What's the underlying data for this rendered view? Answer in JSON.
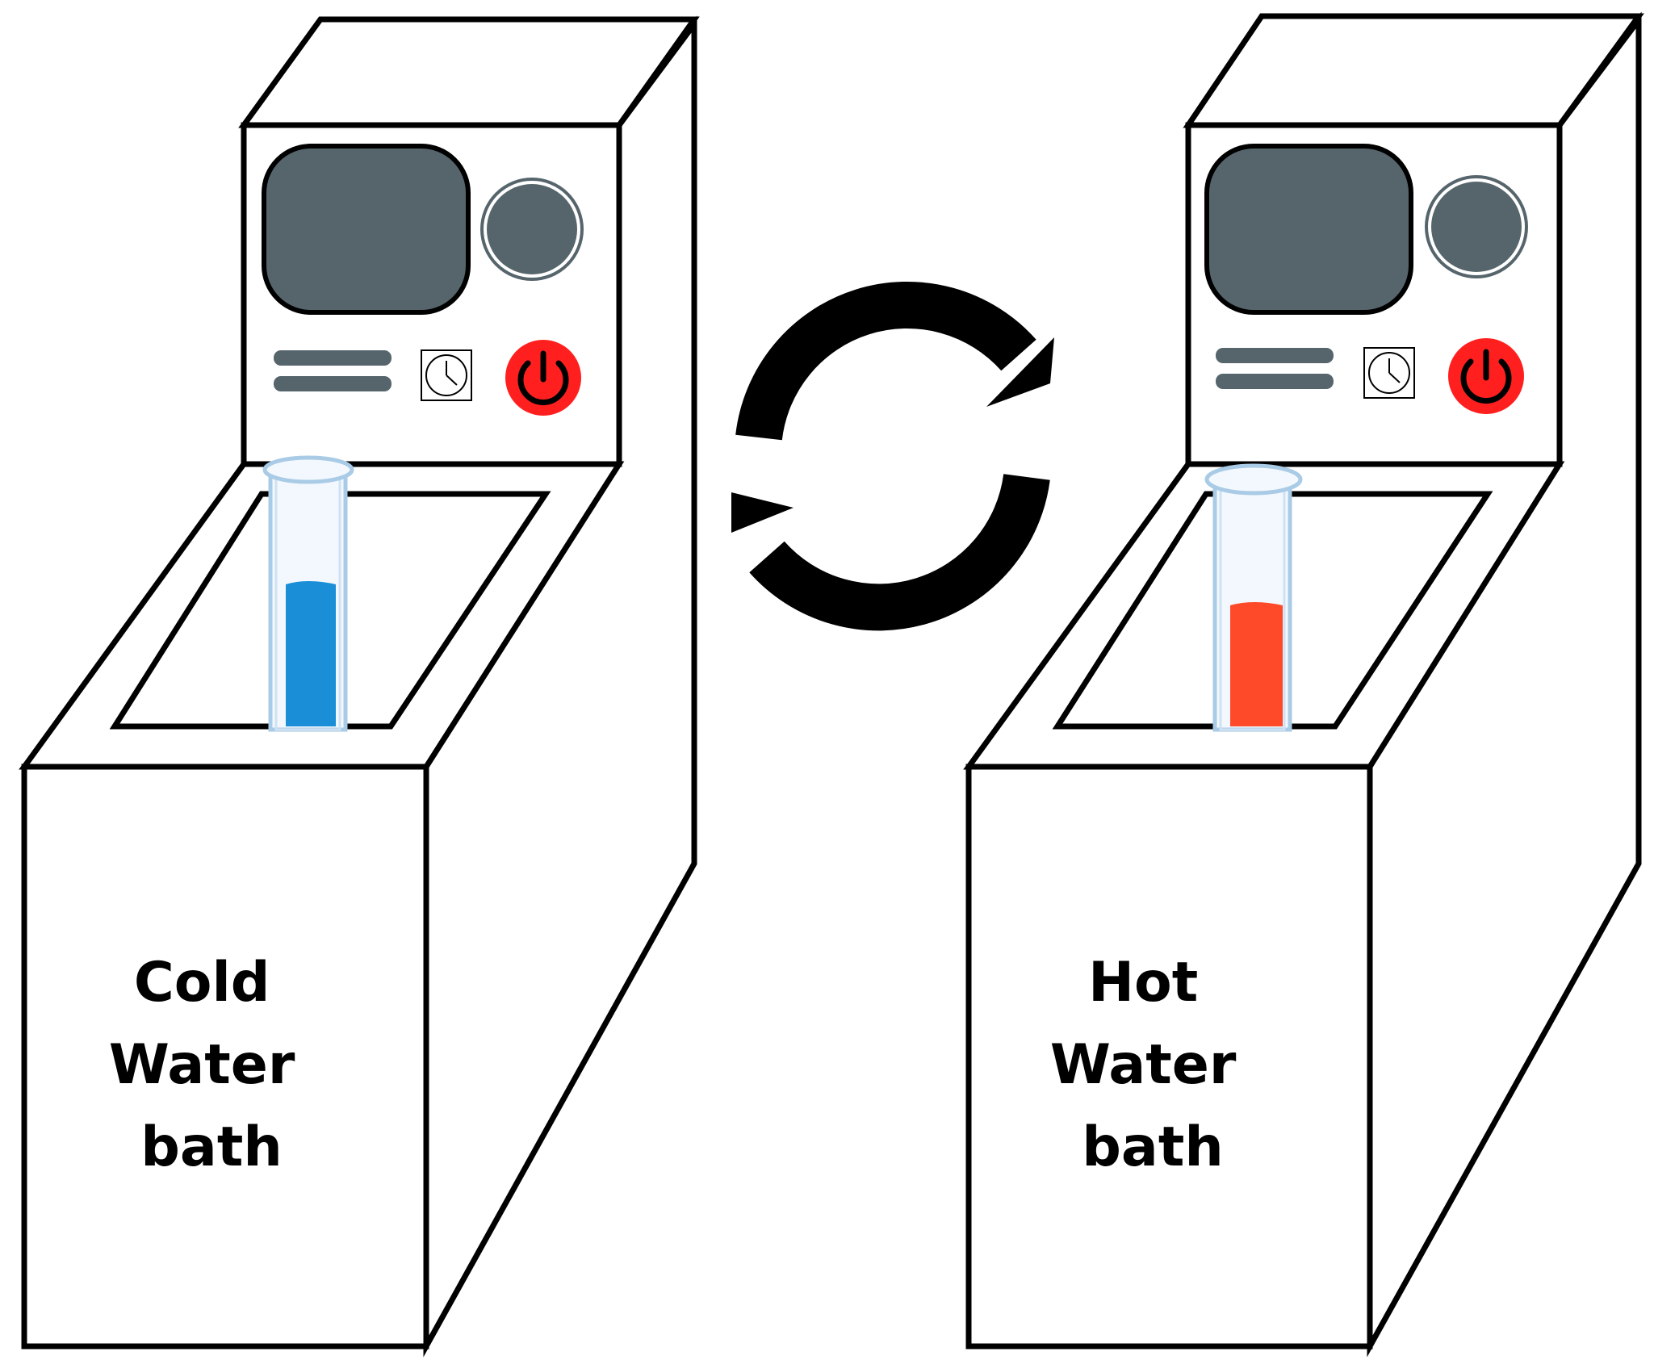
{
  "cold_bath": {
    "label_lines": [
      "Cold",
      "Water",
      "bath"
    ],
    "liquid_color": "#1a8fd8"
  },
  "hot_bath": {
    "label_lines": [
      "Hot",
      "Water",
      "bath"
    ],
    "liquid_color": "#ff4a2a"
  },
  "colors": {
    "panel_display": "#56656c",
    "power_button": "#ff1f1f",
    "slider_bars": "#56656c",
    "tube_glass": "#a9cbe6"
  },
  "icons": [
    "display-screen",
    "dial-knob",
    "slider-bars-icon",
    "clock-icon",
    "power-icon",
    "cycle-arrows-icon",
    "test-tube"
  ]
}
